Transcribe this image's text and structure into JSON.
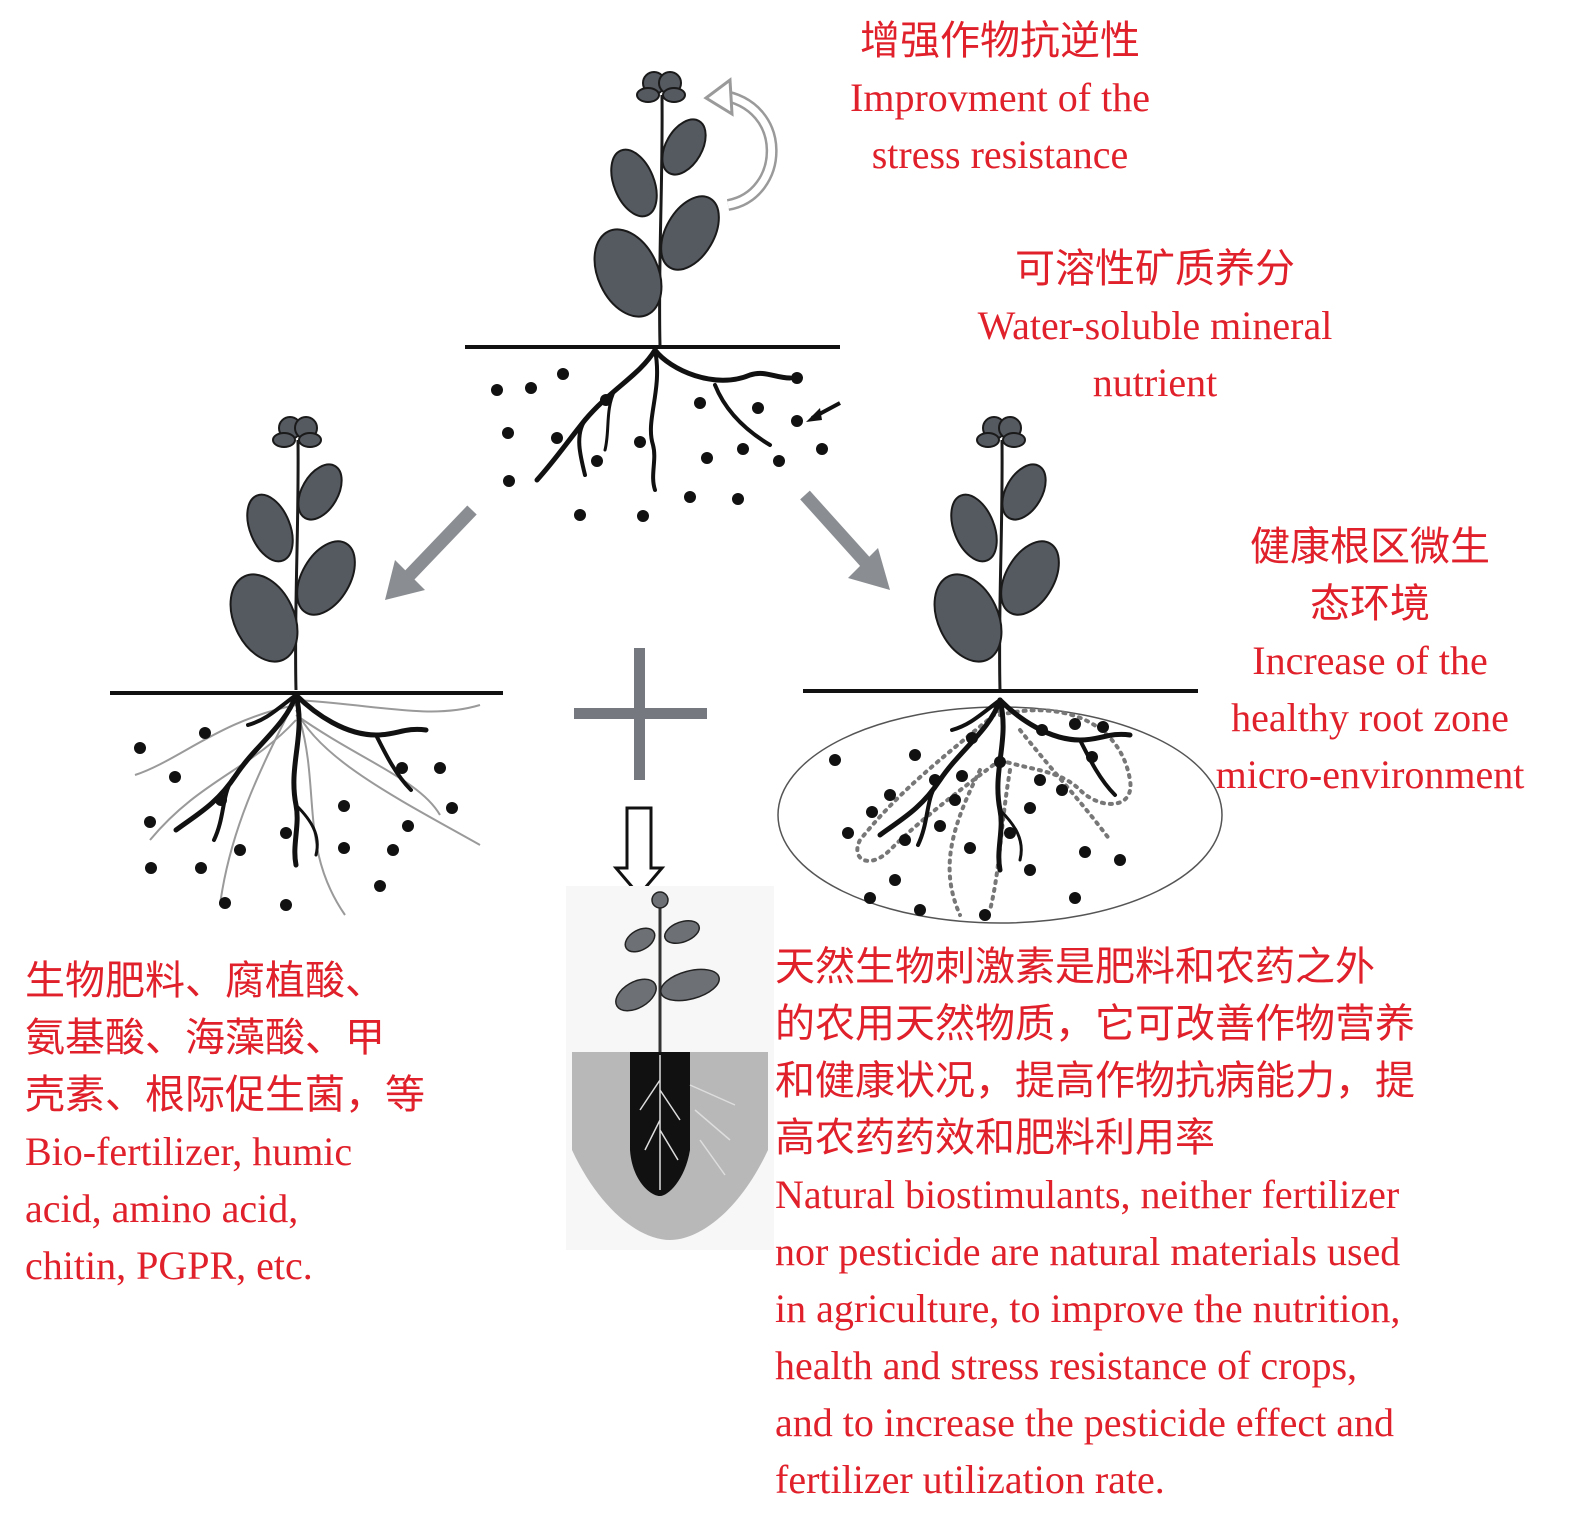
{
  "labels": {
    "stress": {
      "zh": "增强作物抗逆性",
      "en_line1": "Improvment of the",
      "en_line2": "stress resistance"
    },
    "mineral": {
      "zh": "可溶性矿质养分",
      "en_line1": "Water-soluble mineral",
      "en_line2": "nutrient"
    },
    "rootzone": {
      "zh_line1": "健康根区微生",
      "zh_line2": "态环境",
      "en_line1": "Increase of the",
      "en_line2": "healthy root zone",
      "en_line3": "micro-environment"
    },
    "inputs": {
      "zh_line1": "生物肥料、腐植酸、",
      "zh_line2": "氨基酸、海藻酸、甲",
      "zh_line3": "壳素、根际促生菌，等",
      "en_line1": "Bio-fertilizer, humic",
      "en_line2": "acid, amino acid,",
      "en_line3": "chitin, PGPR, etc."
    },
    "definition": {
      "zh_line1": "天然生物刺激素是肥料和农药之外",
      "zh_line2": "的农用天然物质，它可改善作物营养",
      "zh_line3": "和健康状况，提高作物抗病能力，提",
      "zh_line4": "高农药药效和肥料利用率",
      "en_line1": "Natural biostimulants, neither fertilizer",
      "en_line2": "nor pesticide are natural materials used",
      "en_line3": "in agriculture, to improve the nutrition,",
      "en_line4": "health and stress resistance of crops,",
      "en_line5": "and to increase the pesticide effect and",
      "en_line6": "fertilizer utilization rate."
    }
  },
  "colors": {
    "text": "#e0202a",
    "plant": "#555960",
    "arrow": "#8a8d92",
    "soil": "#222222"
  }
}
